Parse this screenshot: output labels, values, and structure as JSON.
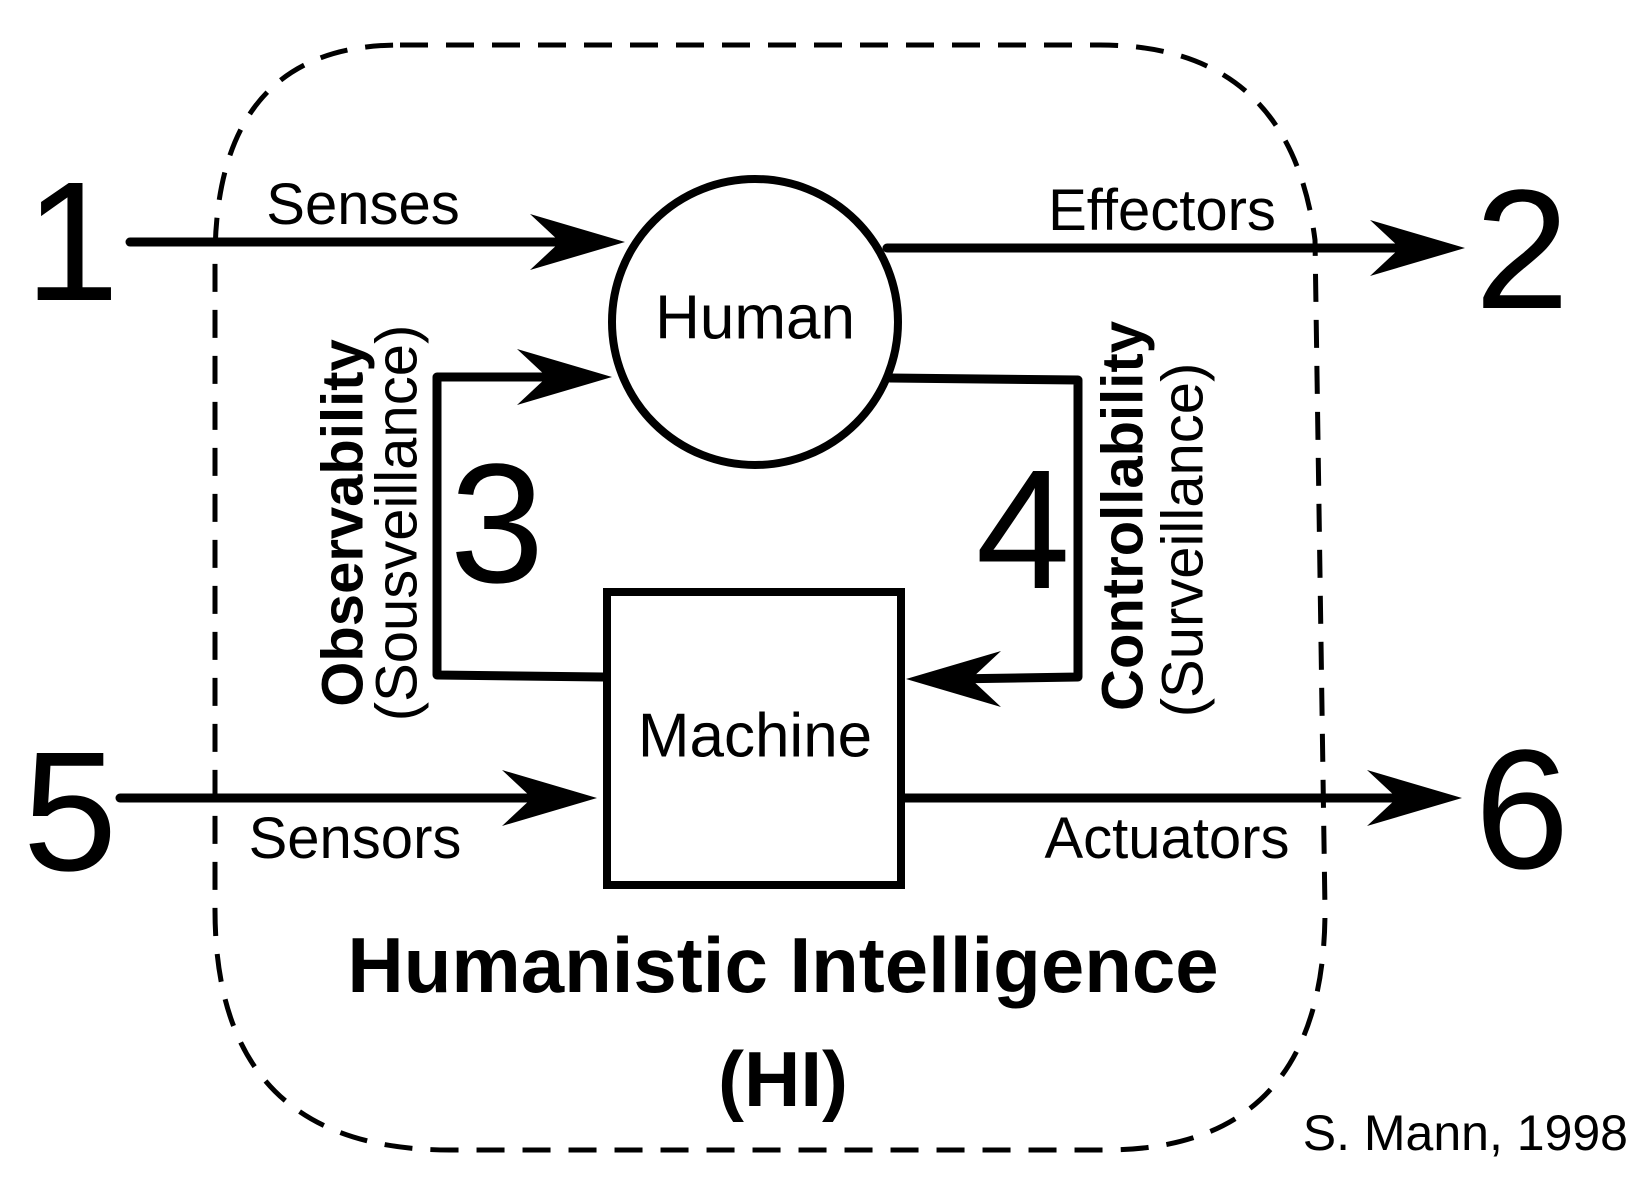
{
  "diagram": {
    "nodes": {
      "human": "Human",
      "machine": "Machine"
    },
    "numbers": {
      "n1": "1",
      "n2": "2",
      "n3": "3",
      "n4": "4",
      "n5": "5",
      "n6": "6"
    },
    "edge_labels": {
      "senses": "Senses",
      "effectors": "Effectors",
      "sensors": "Sensors",
      "actuators": "Actuators"
    },
    "loops": {
      "left_bold": "Observability",
      "left_sub": "(Sousveillance)",
      "right_bold": "Controllability",
      "right_sub": "(Surveillance)"
    },
    "title_line1": "Humanistic Intelligence",
    "title_line2": "(HI)",
    "credit": "S. Mann, 1998"
  }
}
